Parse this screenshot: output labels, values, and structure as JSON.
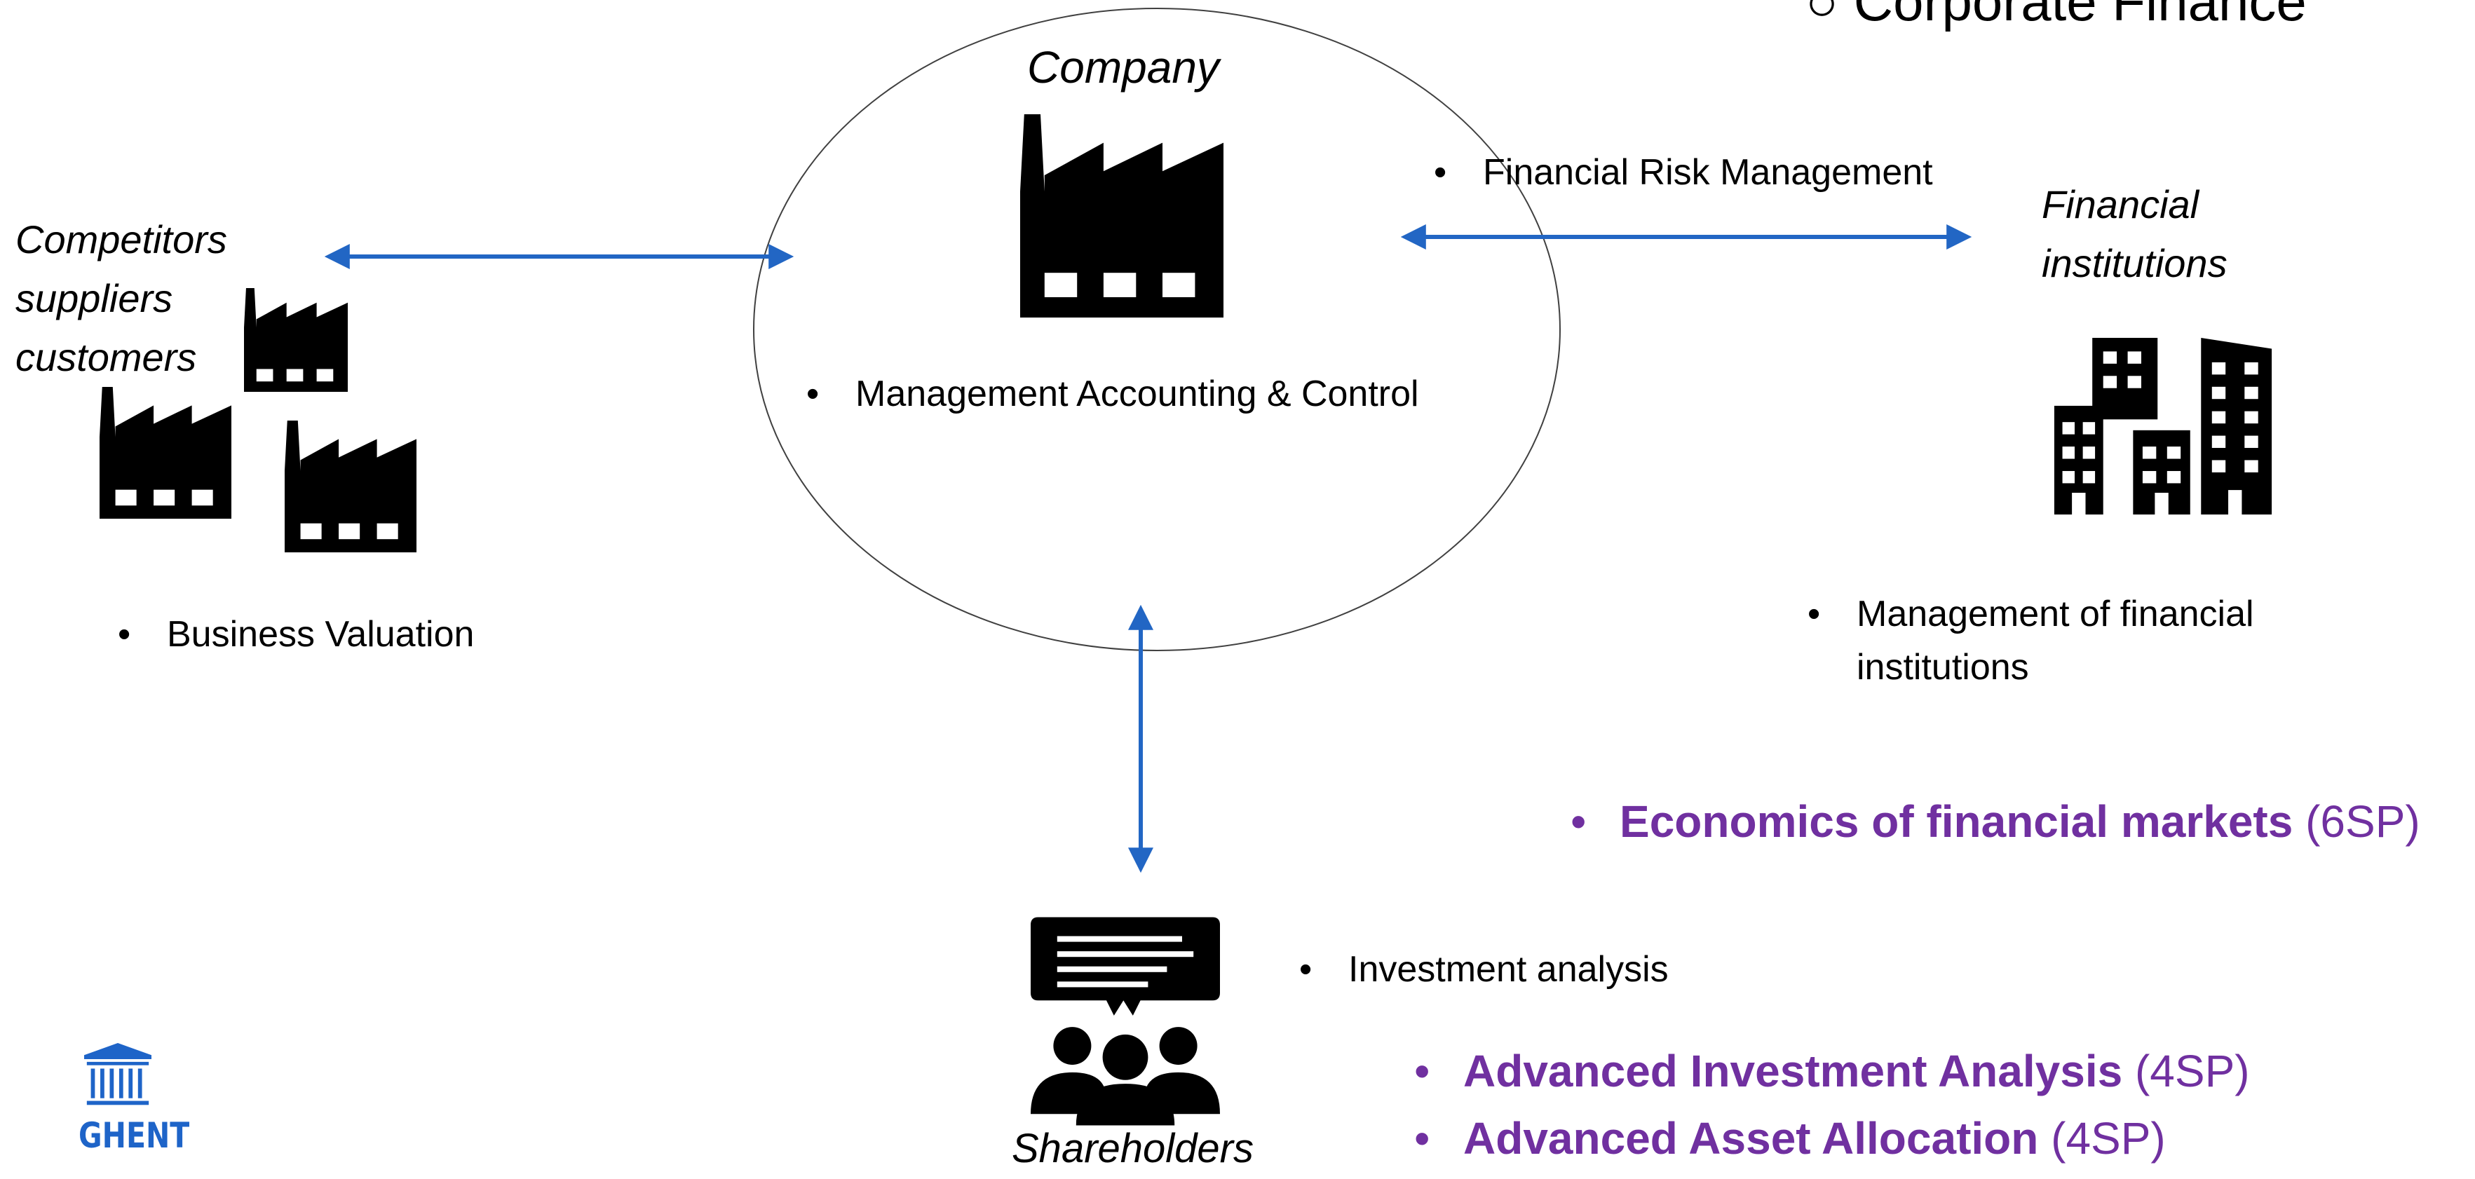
{
  "header": {
    "partial_title": "○ Corporate Finance"
  },
  "company": {
    "label": "Company",
    "bullet": "Management Accounting & Control",
    "icon": "factory-icon"
  },
  "competitors": {
    "labels": [
      "Competitors",
      "suppliers",
      "customers"
    ],
    "bullet": "Business Valuation",
    "icon": "factory-icon"
  },
  "financial_institutions": {
    "labels": [
      "Financial",
      "institutions"
    ],
    "top_bullet": "Financial Risk Management",
    "bullet_lines": [
      "Management of financial",
      "institutions"
    ],
    "icon": "office-buildings-icon"
  },
  "shareholders": {
    "label": "Shareholders",
    "bullet": "Investment analysis",
    "icon": "people-discussion-icon"
  },
  "courses": [
    {
      "name": "Economics of financial markets",
      "credits": "(6SP)"
    },
    {
      "name": "Advanced Investment Analysis",
      "credits": "(4SP)"
    },
    {
      "name": "Advanced Asset Allocation",
      "credits": "(4SP)"
    }
  ],
  "bullet_symbol": "•",
  "logo": {
    "text": "GHENT",
    "icon": "university-building-icon"
  },
  "colors": {
    "arrow": "#2266c4",
    "course": "#7030a0",
    "logo": "#1e64c8",
    "icon": "#000000"
  }
}
